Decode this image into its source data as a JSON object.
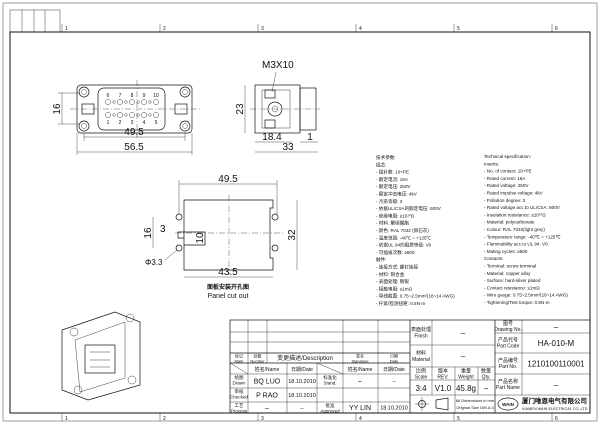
{
  "zone_numbers": [
    "1",
    "2",
    "3",
    "4",
    "5",
    "6"
  ],
  "front_view": {
    "pin_top": [
      "6",
      "7",
      "8",
      "9",
      "10"
    ],
    "pin_bottom": [
      "1",
      "2",
      "3",
      "4",
      "5"
    ],
    "dim_height": "16",
    "dim_inner_width": "49.5",
    "dim_outer_width": "56.5"
  },
  "side_view": {
    "screw_label": "M3X10",
    "dim_height": "23",
    "dim_depth1": "18.4",
    "dim_depth2": "1",
    "dim_total": "33"
  },
  "panel_cutout": {
    "dim_top": "49.5",
    "dim_height": "32",
    "dim_bottom": "43.5",
    "dim_hole_spacing": "16",
    "dim_slot_3": "3",
    "dim_slot_10": "10",
    "dim_hole_dia": "Φ3.3",
    "title_cn": "面板安装开孔图",
    "title_en": "Panel cut out"
  },
  "spec_cn": [
    "技术参数:",
    "插芯:",
    "- 插针数: 10+PE",
    "- 额定电流: 16A",
    "- 额定电压: 250V",
    "- 额定冲击电压: 4kV",
    "- 污染等级: 3",
    "- 依据UL/CSA的额定电压: 600V",
    "- 绝缘电阻: ≥10¹⁰Ω",
    "- 材料: 聚碳酸酯",
    "- 颜色: RAL 7032 (卵石灰)",
    "- 温度范围: -40℃ ~ +125℃",
    "- 依据UL 94的阻燃等级: V0",
    "- 可插拔次数: ≥500",
    "触件:",
    "- 连接方式: 螺钉连接",
    "- 材料: 铜合金",
    "- 表面处理: 镀银",
    "- 接触电阻: ≤1mΩ",
    "- 导线截面: 0.75~2.5mm²(18~14 AWG)",
    "- 拧紧/检测扭矩: 0.5N·m"
  ],
  "spec_en": [
    "Technical specification:",
    "Inserts:",
    "- No. of contact: 10+PE",
    "- Rated current: 16A",
    "- Rated voltage: 250V",
    "- Rated impulse voltage: 4kV",
    "- Pollution degree: 3",
    "- Rated voltage acc.to UL/CSA: 600V",
    "- Insulation resistance: ≥10¹⁰Ω",
    "- Material: polycarbonate",
    "- Colour: RAL 7032(light grey)",
    "- Temperature range: -40℃ ~ +125℃",
    "- Flammability acc.to UL 94: V0",
    "- Mating cycles: ≥500",
    "Contacts:",
    "- Terminal: screw terminal",
    "- Material: copper alloy",
    "- Surface: hard-silver plated",
    "- Contact resistance: ≤1mΩ",
    "- Wire gauge: 0.75~2.5mm²(18~14 AWG)",
    "- Tightening/Test torque: 0.5N·m"
  ],
  "title_block": {
    "mark": {
      "cn": "标记",
      "en": "Mark"
    },
    "number": {
      "cn": "处数",
      "en": "Number"
    },
    "description": "变更描述/Description",
    "signature": {
      "cn": "签名",
      "en": "Signature"
    },
    "date": {
      "cn": "日期",
      "en": "Date"
    },
    "name_hdr": "姓名/Name",
    "date_hdr": "日期/Date",
    "drawn": {
      "cn": "绘图",
      "en": "Drawn",
      "name": "BQ LUO",
      "date": "18.10.2010"
    },
    "checked": {
      "cn": "审核",
      "en": "Checked",
      "name": "P RAO",
      "date": "18.10.2010"
    },
    "process": {
      "cn": "工艺",
      "en": "Process",
      "name": "–",
      "date": "–"
    },
    "stand": {
      "cn": "标准化",
      "en": "Stand.",
      "name": "–",
      "date": "–"
    },
    "approved": {
      "cn": "批准",
      "en": "Approved",
      "name": "YY LIN",
      "date": "18.10.2010"
    },
    "finish": {
      "cn": "表面处理",
      "en": "Finish",
      "value": "–"
    },
    "material": {
      "cn": "材料",
      "en": "Material",
      "value": "–"
    },
    "scale": {
      "cn": "比例",
      "en": "Scale",
      "value": "3:4"
    },
    "rev": {
      "cn": "版本",
      "en": "REV.",
      "value": "V1.0"
    },
    "weight": {
      "cn": "重量",
      "en": "Weight",
      "value": "45.8g"
    },
    "qty": {
      "cn": "数量",
      "en": "Qty.",
      "value": "–"
    },
    "dimensions_note_1": "All Dimensions in mm",
    "dimensions_note_2": "Original Size DIN A 4",
    "drawing_no": {
      "cn": "图号",
      "en": "Drawing No.",
      "value": "–"
    },
    "part_code": {
      "cn": "产品代号",
      "en": "Part Code",
      "value": "HA-010-M"
    },
    "part_no": {
      "cn": "产品编号",
      "en": "Part No.",
      "value": "1210100110001"
    },
    "part_name": {
      "cn": "产品名称",
      "en": "Part Name",
      "value": "–"
    },
    "company_cn": "厦门唯恩电气有限公司",
    "company_en": "XIAMEN WAIN ELECTRICAL CO.,LTD",
    "logo_text": "WAIN"
  }
}
